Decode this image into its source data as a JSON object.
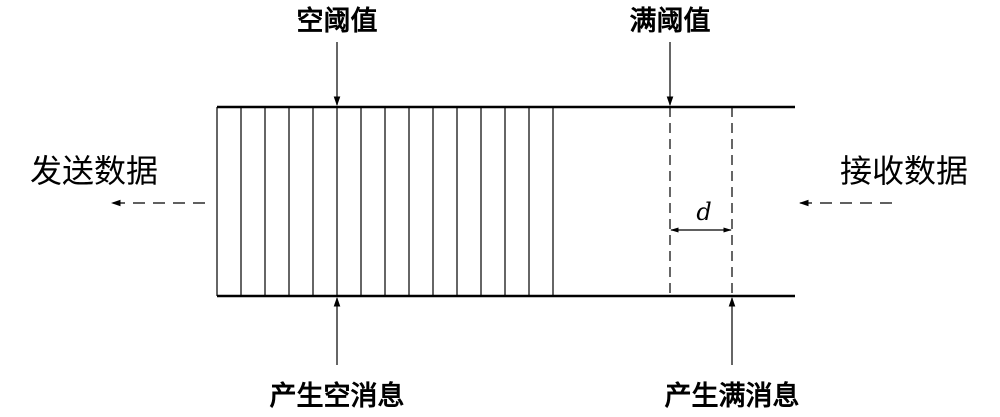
{
  "labels": {
    "empty_threshold": "空阈值",
    "full_threshold": "满阈值",
    "send_data": "发送数据",
    "receive_data": "接收数据",
    "gen_empty_msg": "产生空消息",
    "gen_full_msg": "产生满消息",
    "d_label": "d"
  },
  "buffer": {
    "filled_slots": 14
  }
}
